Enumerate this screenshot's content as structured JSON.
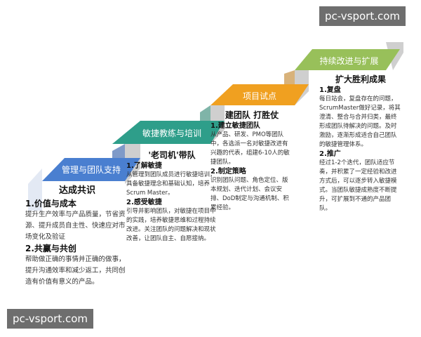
{
  "colors": {
    "blue": "#4a7fd0",
    "teal": "#2e9e8a",
    "orange": "#f0a020",
    "green": "#98c05a",
    "step_grey": "#cfcfcf"
  },
  "watermark": "pc-vsport.com",
  "stages": [
    {
      "banner": "管理与团队支持",
      "heading": "达成共识",
      "sections": [
        {
          "title": "1.价值与成本",
          "body": "提升生产效率与产品质量，节省资源、提升成员自主性、快速应对市场变化及验证"
        },
        {
          "title": "2.共赢与共创",
          "body": "帮助做正确的事情并正确的做事，提升沟通效率和减少返工，共同创造有价值有意义的产品。"
        }
      ]
    },
    {
      "banner": "敏捷教练与培训",
      "heading": "'老司机'带队",
      "sections": [
        {
          "title": "1.了解敏捷",
          "body": "从管理到团队成员进行敏捷培训，具备敏捷理念和基础认知，培养Scrum Master。"
        },
        {
          "title": "2.感受敏捷",
          "body": "引导并影响团队，对敏捷在项目中的实践，培养敏捷思维和过程持续改进。关注团队的问题解决和现状改善，让团队自主、自愿接纳。"
        }
      ]
    },
    {
      "banner": "项目试点",
      "heading": "建团队 打胜仗",
      "sections": [
        {
          "title": "1.建立敏捷团队",
          "body": "从产品、研发、PMO等团队中，各选派一名对敏捷改进有兴趣的代表，组建6-10人的敏捷团队。"
        },
        {
          "title": "2.制定策略",
          "body": "识别团队问题、角色定位、版本规划、迭代计划、会议安排、DoD制定与沟通机制、积累经验。"
        }
      ]
    },
    {
      "banner": "持续改进与扩展",
      "heading": "扩大胜利成果",
      "sections": [
        {
          "title": "1.复盘",
          "body": "每日站会，复盘存在的问题，ScrumMaster做好记录，将其澄清、整合与合并归类，最终形成团队待解决的问题。及时激励，逐渐形成适合自己团队的敏捷管理体系。"
        },
        {
          "title": "2.推广",
          "body": "经过1-2个迭代，团队适应节奏，并积累了一定经验和改进方式后，可以逐步转入敏捷模式。当团队敏捷成熟度不断提升，可扩展到不通的产品团队。"
        }
      ]
    }
  ]
}
